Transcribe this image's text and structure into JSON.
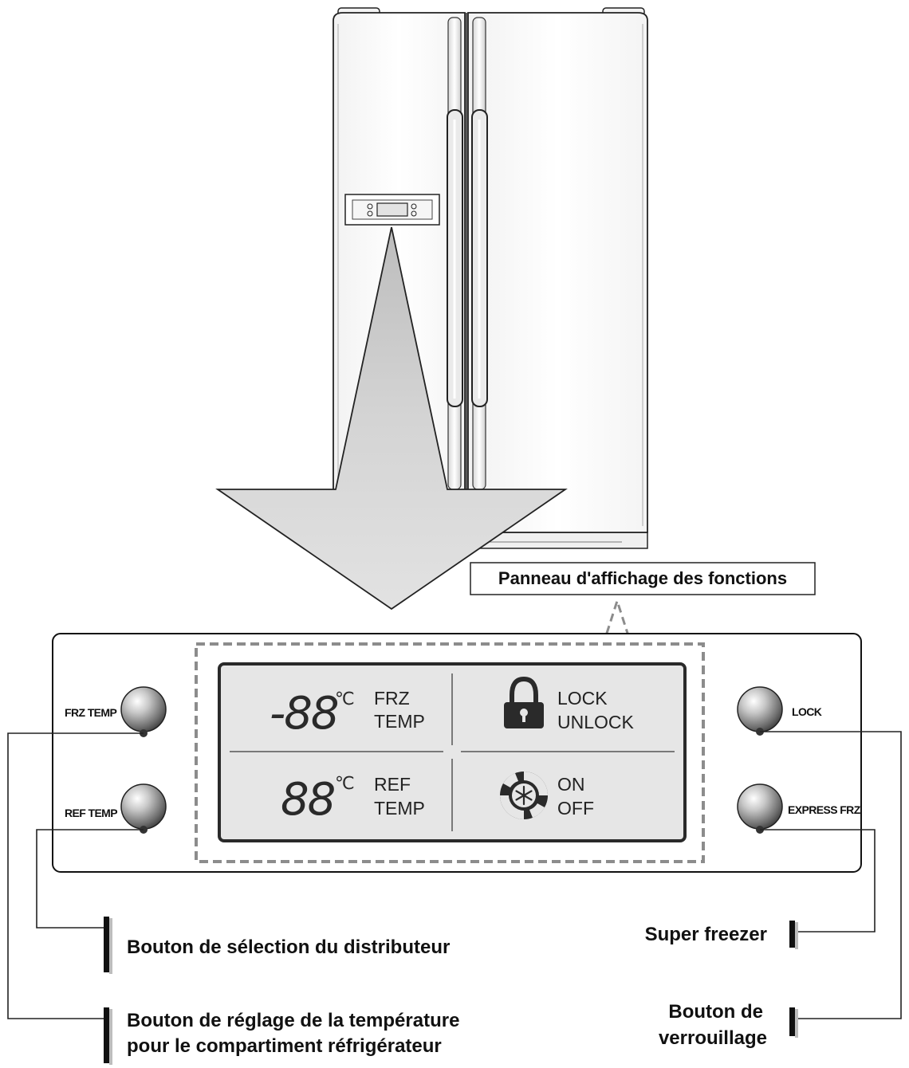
{
  "display_title": "Panneau d'affichage des fonctions",
  "buttons": {
    "frz_temp": "FRZ TEMP",
    "ref_temp": "REF TEMP",
    "lock": "LOCK",
    "express_frz": "EXPRESS FRZ"
  },
  "lcd": {
    "frz_digits": "-88",
    "ref_digits": "88",
    "degree": "℃",
    "frz_line1": "FRZ",
    "frz_line2": "TEMP",
    "ref_line1": "REF",
    "ref_line2": "TEMP",
    "lock_line1": "LOCK",
    "lock_line2": "UNLOCK",
    "onoff_line1": "ON",
    "onoff_line2": "OFF"
  },
  "callouts": {
    "dispenser": "Bouton de sélection du distributeur",
    "temp_line1": "Bouton de réglage de la température",
    "temp_line2": "pour le compartiment réfrigérateur",
    "super_freezer": "Super freezer",
    "lock_line1": "Bouton de",
    "lock_line2": "verrouillage"
  },
  "icons": [
    "padlock-icon",
    "snowflake-swirl-icon"
  ],
  "colors": {
    "arrow_fill": "#d9d9d9",
    "lcd_bg": "#e6e6e6",
    "dashed_border": "#8c8c8c"
  }
}
